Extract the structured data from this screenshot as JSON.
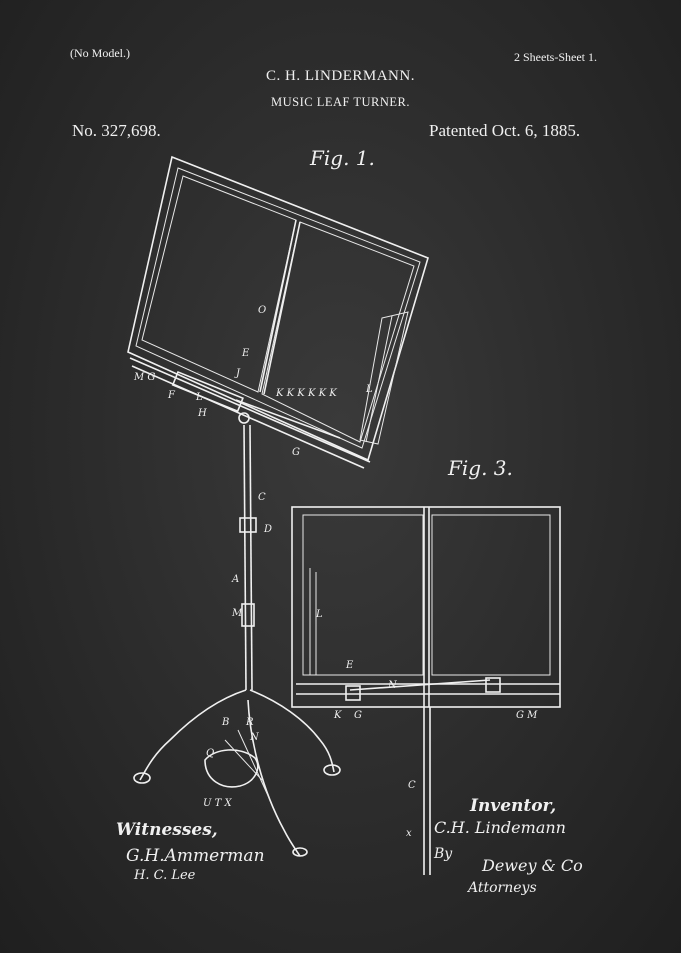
{
  "header": {
    "no_model": "(No Model.)",
    "sheets": "2 Sheets-Sheet 1.",
    "inventor_name": "C. H. LINDERMANN.",
    "invention": "MUSIC LEAF TURNER.",
    "patent_number": "No. 327,698.",
    "patent_date": "Patented Oct. 6, 1885."
  },
  "figures": {
    "fig1": "Fig. 1.",
    "fig3": "Fig. 3."
  },
  "labels": {
    "O": "O",
    "E": "E",
    "J": "J",
    "MG": "M G",
    "F": "F",
    "L": "L",
    "H": "H",
    "K": "K K K K K K",
    "LL": "L",
    "G": "G",
    "C": "C",
    "D": "D",
    "A": "A",
    "M": "M",
    "B": "B",
    "R": "R",
    "N": "N",
    "Q": "Q",
    "UTX": "U T X",
    "f3_L": "L",
    "f3_E": "E",
    "f3_N": "N",
    "f3_K": "K",
    "f3_G": "G",
    "f3_GM": "G M",
    "f3_C": "C",
    "f3_x": "x"
  },
  "signatures": {
    "witnesses_label": "Witnesses,",
    "witness1": "G.H.Ammerman",
    "witness2": "H. C. Lee",
    "inventor_label": "Inventor,",
    "inventor_sig": "C.H. Lindemann",
    "by": "By",
    "attorneys": "Dewey & Co",
    "attys_label": "Attorneys"
  }
}
